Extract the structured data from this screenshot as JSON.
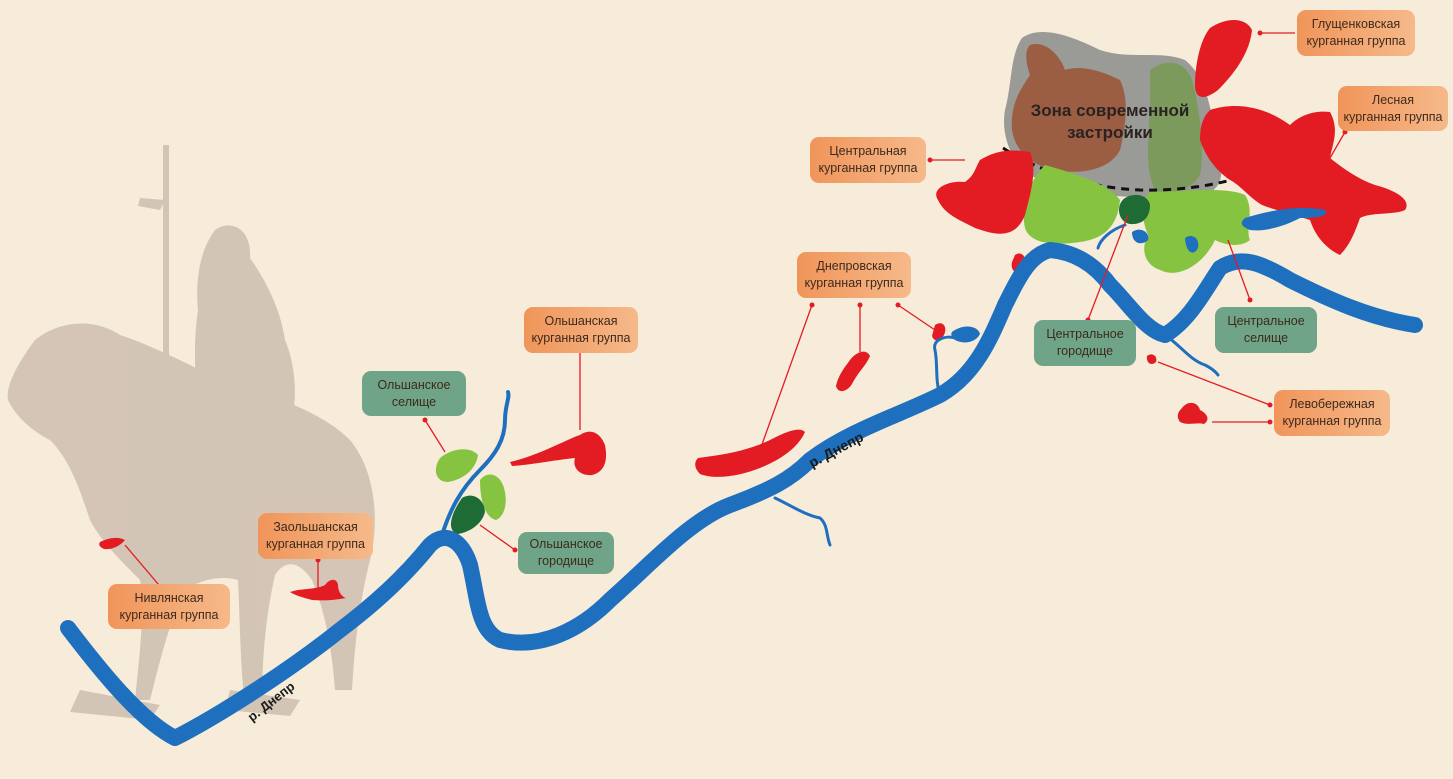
{
  "colors": {
    "background": "#f7ecda",
    "river": "#1f6fbf",
    "kurgan": "#e31c24",
    "settlement": "#86c341",
    "hillfort": "#1e6b35",
    "modern_zone": "#9a9a96",
    "orange_label": "#f0955a",
    "green_label": "#6fa488",
    "silhouette": "#cfc1b2"
  },
  "icons": [
    "horseman-silhouette"
  ],
  "zone": {
    "line1": "Зона современной",
    "line2": "застройки"
  },
  "river_labels": {
    "lower": "р. Днепр",
    "middle": "р. Днепр"
  },
  "labels": {
    "nivlyanskaya": {
      "line1": "Нивлянская",
      "line2": "курганная группа"
    },
    "zaolshanskaya": {
      "line1": "Заольшанская",
      "line2": "курганная группа"
    },
    "olshanskoe_selishche": {
      "line1": "Ольшанское",
      "line2": "селище"
    },
    "olshanskaya": {
      "line1": "Ольшанская",
      "line2": "курганная группа"
    },
    "olshanskoe_gorodishche": {
      "line1": "Ольшанское",
      "line2": "городище"
    },
    "dneprovskaya": {
      "line1": "Днепровская",
      "line2": "курганная группа"
    },
    "centralnaya": {
      "line1": "Центральная",
      "line2": "курганная группа"
    },
    "centralnoe_gorodishche": {
      "line1": "Центральное",
      "line2": "городище"
    },
    "centralnoe_selishche": {
      "line1": "Центральное",
      "line2": "селище"
    },
    "glushchenkovskaya": {
      "line1": "Глущенковская",
      "line2": "курганная группа"
    },
    "lesnaya": {
      "line1": "Лесная",
      "line2": "курганная группа"
    },
    "levoberezhnaya": {
      "line1": "Левобережная",
      "line2": "курганная группа"
    }
  }
}
